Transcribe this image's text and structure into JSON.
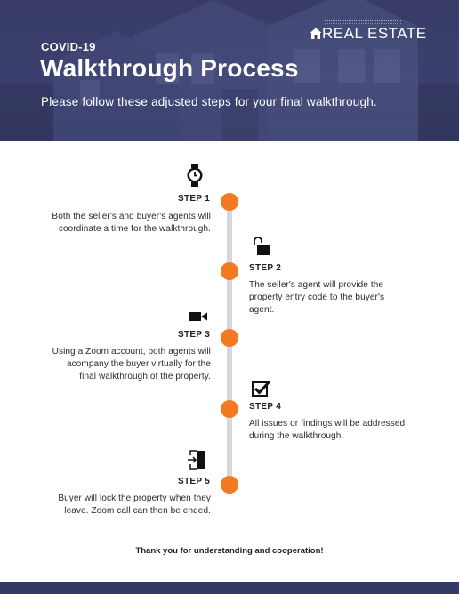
{
  "header": {
    "eyebrow": "COVID-19",
    "title": "Walkthrough Process",
    "subtitle": "Please follow these adjusted steps for your final walkthrough.",
    "brand": "REAL ESTATE"
  },
  "colors": {
    "header_bg": "#363a63",
    "accent": "#f47920",
    "timeline": "#d5d8df",
    "footer_bar": "#343a66"
  },
  "steps": [
    {
      "label": "STEP 1",
      "icon": "watch-icon",
      "text": [
        "Both the seller's and buyer's agents will",
        "coordinate a time for the walkthrough."
      ]
    },
    {
      "label": "STEP 2",
      "icon": "unlock-icon",
      "text": [
        "The seller's agent will provide the",
        "property entry code to the buyer's",
        "agent."
      ]
    },
    {
      "label": "STEP 3",
      "icon": "video-camera-icon",
      "text": [
        "Using a Zoom account, both agents will",
        "acompany the buyer virtually for the",
        "final walkthrough of the property."
      ]
    },
    {
      "label": "STEP 4",
      "icon": "checkbox-icon",
      "text": [
        "All issues or findings will be addressed",
        "during the walkthrough."
      ]
    },
    {
      "label": "STEP 5",
      "icon": "exit-door-icon",
      "text": [
        "Buyer will lock the property when they",
        "leave. Zoom call can then be ended."
      ]
    }
  ],
  "footer": {
    "thanks": "Thank you for understanding and cooperation!"
  }
}
